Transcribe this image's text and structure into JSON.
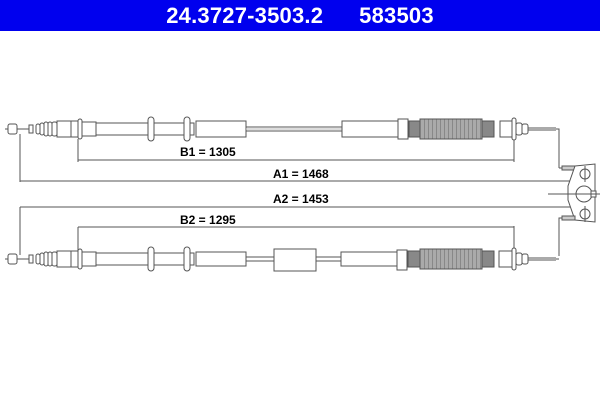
{
  "header": {
    "article_number": "24.3727-3503.2",
    "reference_number": "583503",
    "background_color": "#0000ee",
    "text_color": "#ffffff"
  },
  "dimensions": {
    "b1": "B1 = 1305",
    "a1": "A1 = 1468",
    "a2": "A2 = 1453",
    "b2": "B2 = 1295"
  },
  "drawing": {
    "cables": [
      "upper-cable",
      "lower-cable"
    ],
    "line_color": "#555555",
    "bellows_color": "#999999",
    "icons": [
      "cable-end-nipple-icon",
      "bellows-icon",
      "mounting-bracket-icon"
    ]
  }
}
